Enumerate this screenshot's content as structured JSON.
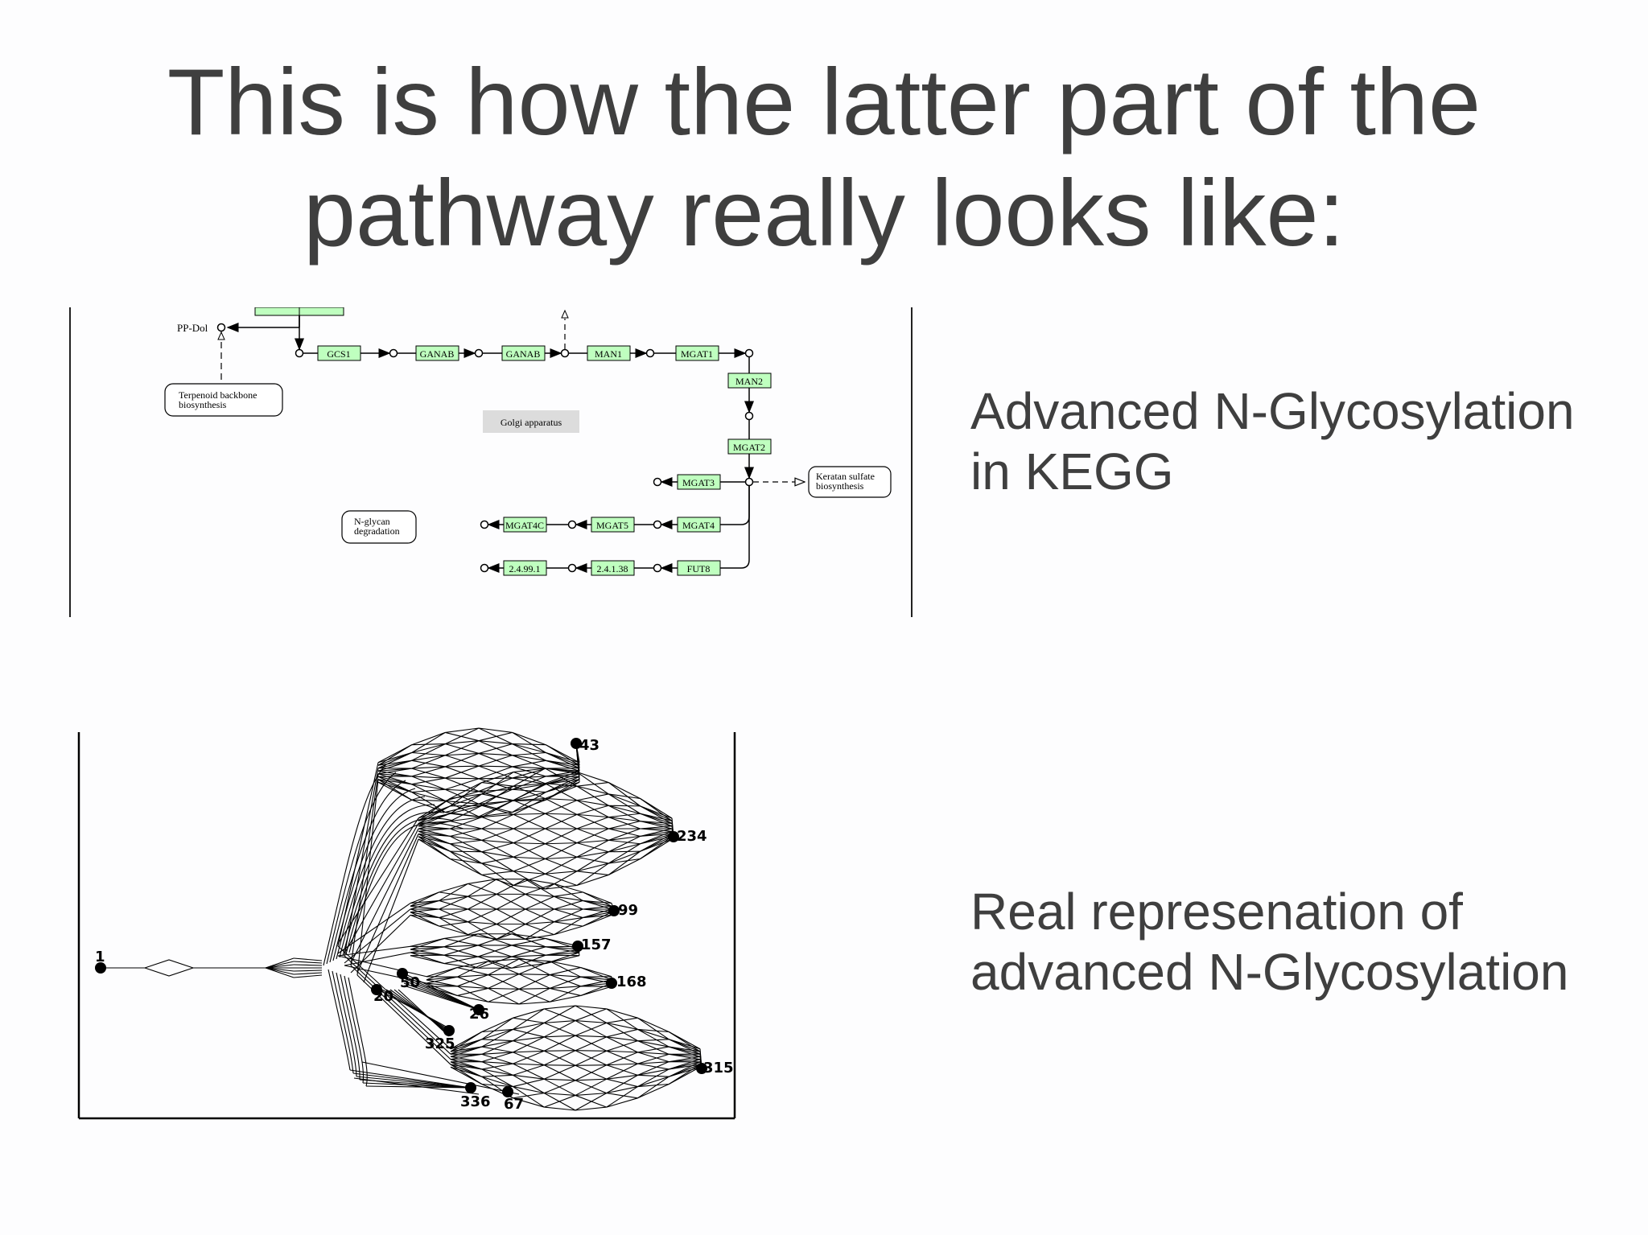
{
  "slide": {
    "title_line1": "This is how the latter part of the",
    "title_line2": "pathway really looks like:",
    "caption_top_line1": "Advanced N-Glycosylation",
    "caption_top_line2": "in KEGG",
    "caption_bottom_line1": "Real represenation of",
    "caption_bottom_line2": "advanced N-Glycosylation"
  },
  "kegg": {
    "genes": {
      "gcs1": "GCS1",
      "ganab_1": "GANAB",
      "ganab_2": "GANAB",
      "man1": "MAN1",
      "mgat1": "MGAT1",
      "man2": "MAN2",
      "mgat2": "MGAT2",
      "mgat3": "MGAT3",
      "mgat4": "MGAT4",
      "mgat5": "MGAT5",
      "mgat4c": "MGAT4C",
      "fut8": "FUT8",
      "ec_2_4_1_38": "2.4.1.38",
      "ec_2_4_99_1": "2.4.99.1"
    },
    "pp_dol": "PP-Dol",
    "terpenoid_line1": "Terpenoid backbone",
    "terpenoid_line2": "biosynthesis",
    "golgi": "Golgi apparatus",
    "keratan_line1": "Keratan sulfate",
    "keratan_line2": "biosynthesis",
    "nglycan_line1": "N-glycan",
    "nglycan_line2": "degradation",
    "colors": {
      "gene_fill": "#bfffbf",
      "golgi_fill": "#dcdcdc"
    }
  },
  "network": {
    "node_labels": {
      "n1": "1",
      "n20": "20",
      "n50": "50",
      "n26": "26",
      "n325": "325",
      "n336": "336",
      "n67": "67",
      "n43": "43",
      "n234": "234",
      "n99": "99",
      "n157": "157",
      "n168": "168",
      "n315": "315"
    }
  }
}
